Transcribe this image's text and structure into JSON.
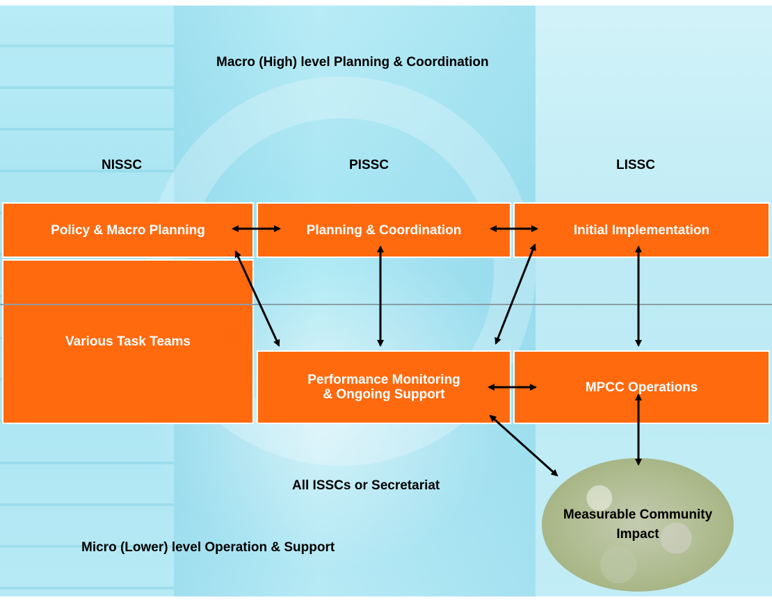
{
  "diagram": {
    "title_top": "Macro (High) level Planning & Coordination",
    "columns": {
      "nissc": "NISSC",
      "pissc": "PISSC",
      "lissc": "LISSC"
    },
    "boxes": {
      "policy": "Policy & Macro Planning",
      "planning": "Planning & Coordination",
      "initial": "Initial Implementation",
      "task_teams": "Various Task Teams",
      "performance_line1": "Performance Monitoring",
      "performance_line2": "& Ongoing Support",
      "mpcc": "MPCC Operations"
    },
    "impact": {
      "line1": "Measurable",
      "line2": "Community",
      "line3": "Impact"
    },
    "all_isscs": "All ISSCs or Secretariat",
    "title_bottom": "Micro (Lower) level Operation & Support",
    "colors": {
      "box_fill": "#ff6a0f",
      "box_text": "#ffffff",
      "background": "#a6e3f1",
      "divider": "#8a9ea6"
    }
  }
}
